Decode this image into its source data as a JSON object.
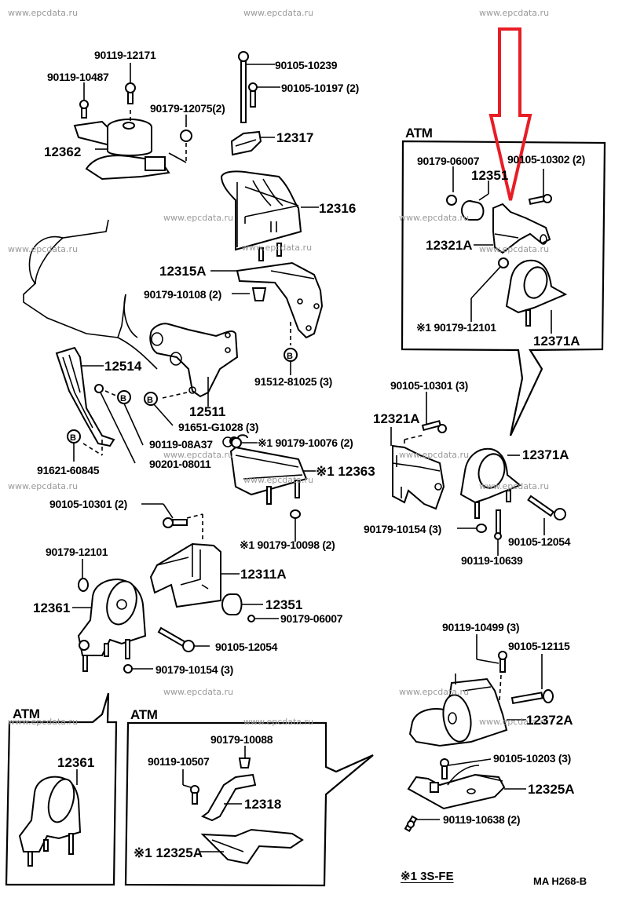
{
  "watermark": "www.epcdata.ru",
  "highlight_arrow": {
    "color": "#e81d25",
    "points_to": "12321A (ATM)"
  },
  "callouts": {
    "p90119_12171": "90119-12171",
    "p90119_10487": "90119-10487",
    "p90179_12075": "90179-12075(2)",
    "p12362": "12362",
    "p90105_10239": "90105-10239",
    "p90105_10197": "90105-10197 (2)",
    "p12317": "12317",
    "p12316": "12316",
    "p12315A": "12315A",
    "p90179_10108": "90179-10108 (2)",
    "p91512_81025": "91512-81025 (3)",
    "p12514": "12514",
    "p12511": "12511",
    "p91651_G1028": "91651-G1028 (3)",
    "p90119_08A37": "90119-08A37",
    "p90201_08011": "90201-08011",
    "p91621_60845": "91621-60845",
    "p90179_10076": "※1 90179-10076 (2)",
    "p12363": "※1 12363",
    "p90179_10098": "※1 90179-10098 (2)",
    "p90105_10301_2": "90105-10301 (2)",
    "p90179_12101": "90179-12101",
    "p12361": "12361",
    "p12311A": "12311A",
    "p12351": "12351",
    "p90179_06007": "90179-06007",
    "p90105_12054": "90105-12054",
    "p90179_10154": "90179-10154 (3)",
    "p90105_10301_3": "90105-10301 (3)",
    "p12321A": "12321A",
    "p12371A": "12371A",
    "p90179_10154_r": "90179-10154 (3)",
    "p90105_12054_r": "90105-12054",
    "p90119_10639": "90119-10639",
    "p90119_10499": "90119-10499 (3)",
    "p90105_12115": "90105-12115",
    "p12372A": "12372A",
    "p90105_10203": "90105-10203 (3)",
    "p12325A": "12325A",
    "p90119_10638": "90119-10638 (2)"
  },
  "inset_atm_top": {
    "title": "ATM",
    "p90179_06007": "90179-06007",
    "p90105_10302": "90105-10302 (2)",
    "p12351": "12351",
    "p12321A": "12321A",
    "p90179_12101": "※1 90179-12101",
    "p12371A": "12371A"
  },
  "inset_atm_left": {
    "title": "ATM",
    "p12361": "12361"
  },
  "inset_atm_mid": {
    "title": "ATM",
    "p90179_10088": "90179-10088",
    "p90119_10507": "90119-10507",
    "p12318": "12318",
    "p12325A": "※1 12325A"
  },
  "footer": {
    "note": "※1 3S-FE",
    "diagram_code": "MA H268-B"
  }
}
